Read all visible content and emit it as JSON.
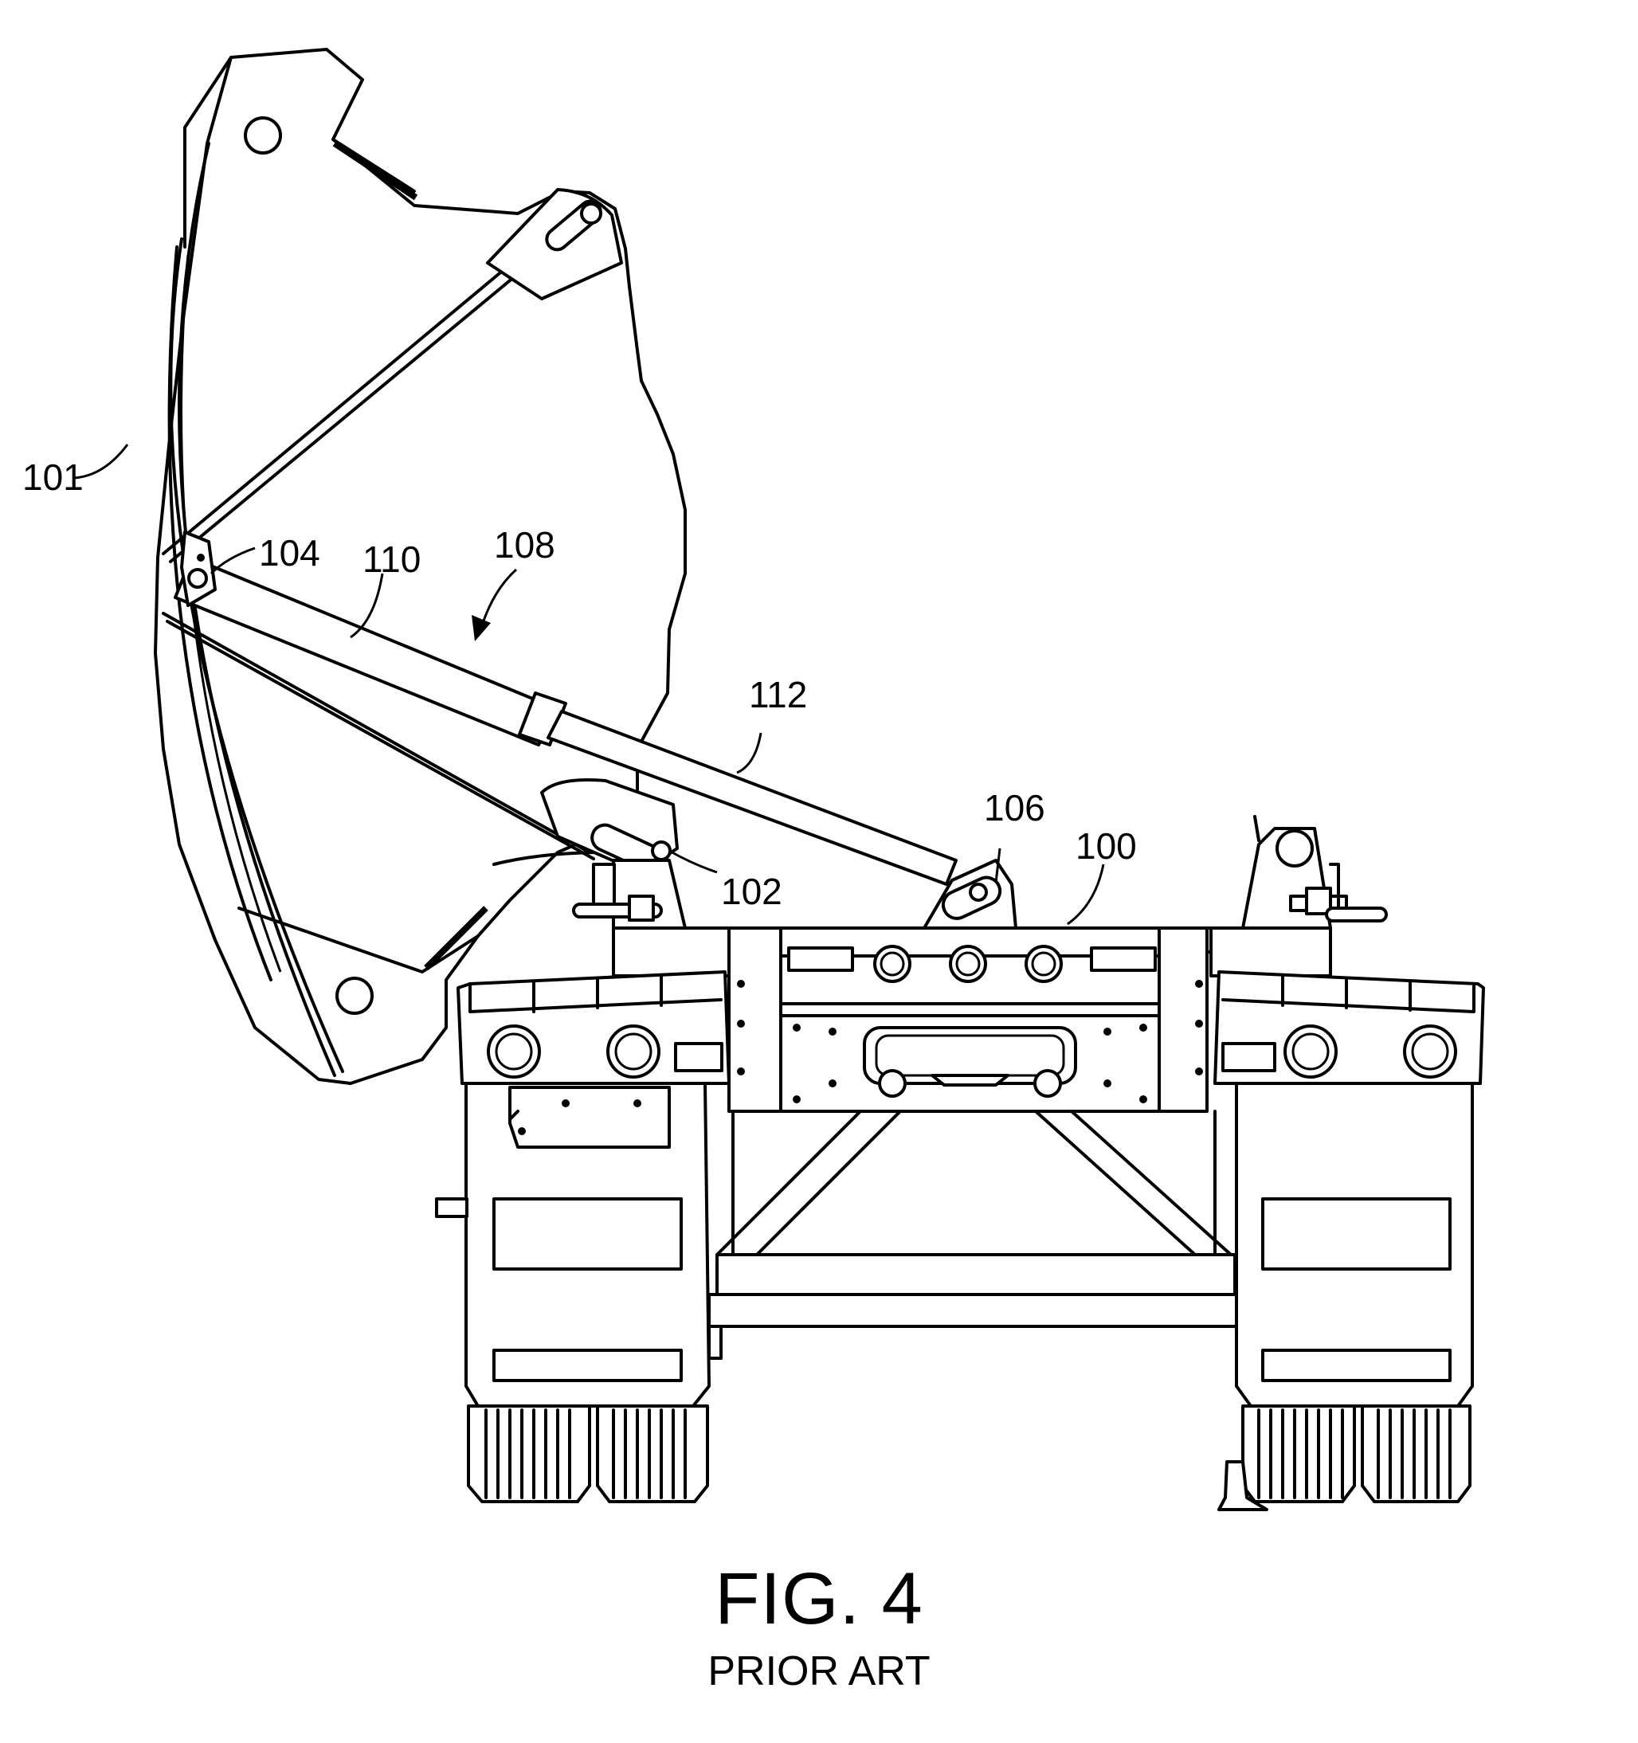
{
  "figure": {
    "title": "FIG. 4",
    "subtitle": "PRIOR ART"
  },
  "references": {
    "r100": "100",
    "r101": "101",
    "r102": "102",
    "r104": "104",
    "r106": "106",
    "r108": "108",
    "r110": "110",
    "r112": "112"
  }
}
